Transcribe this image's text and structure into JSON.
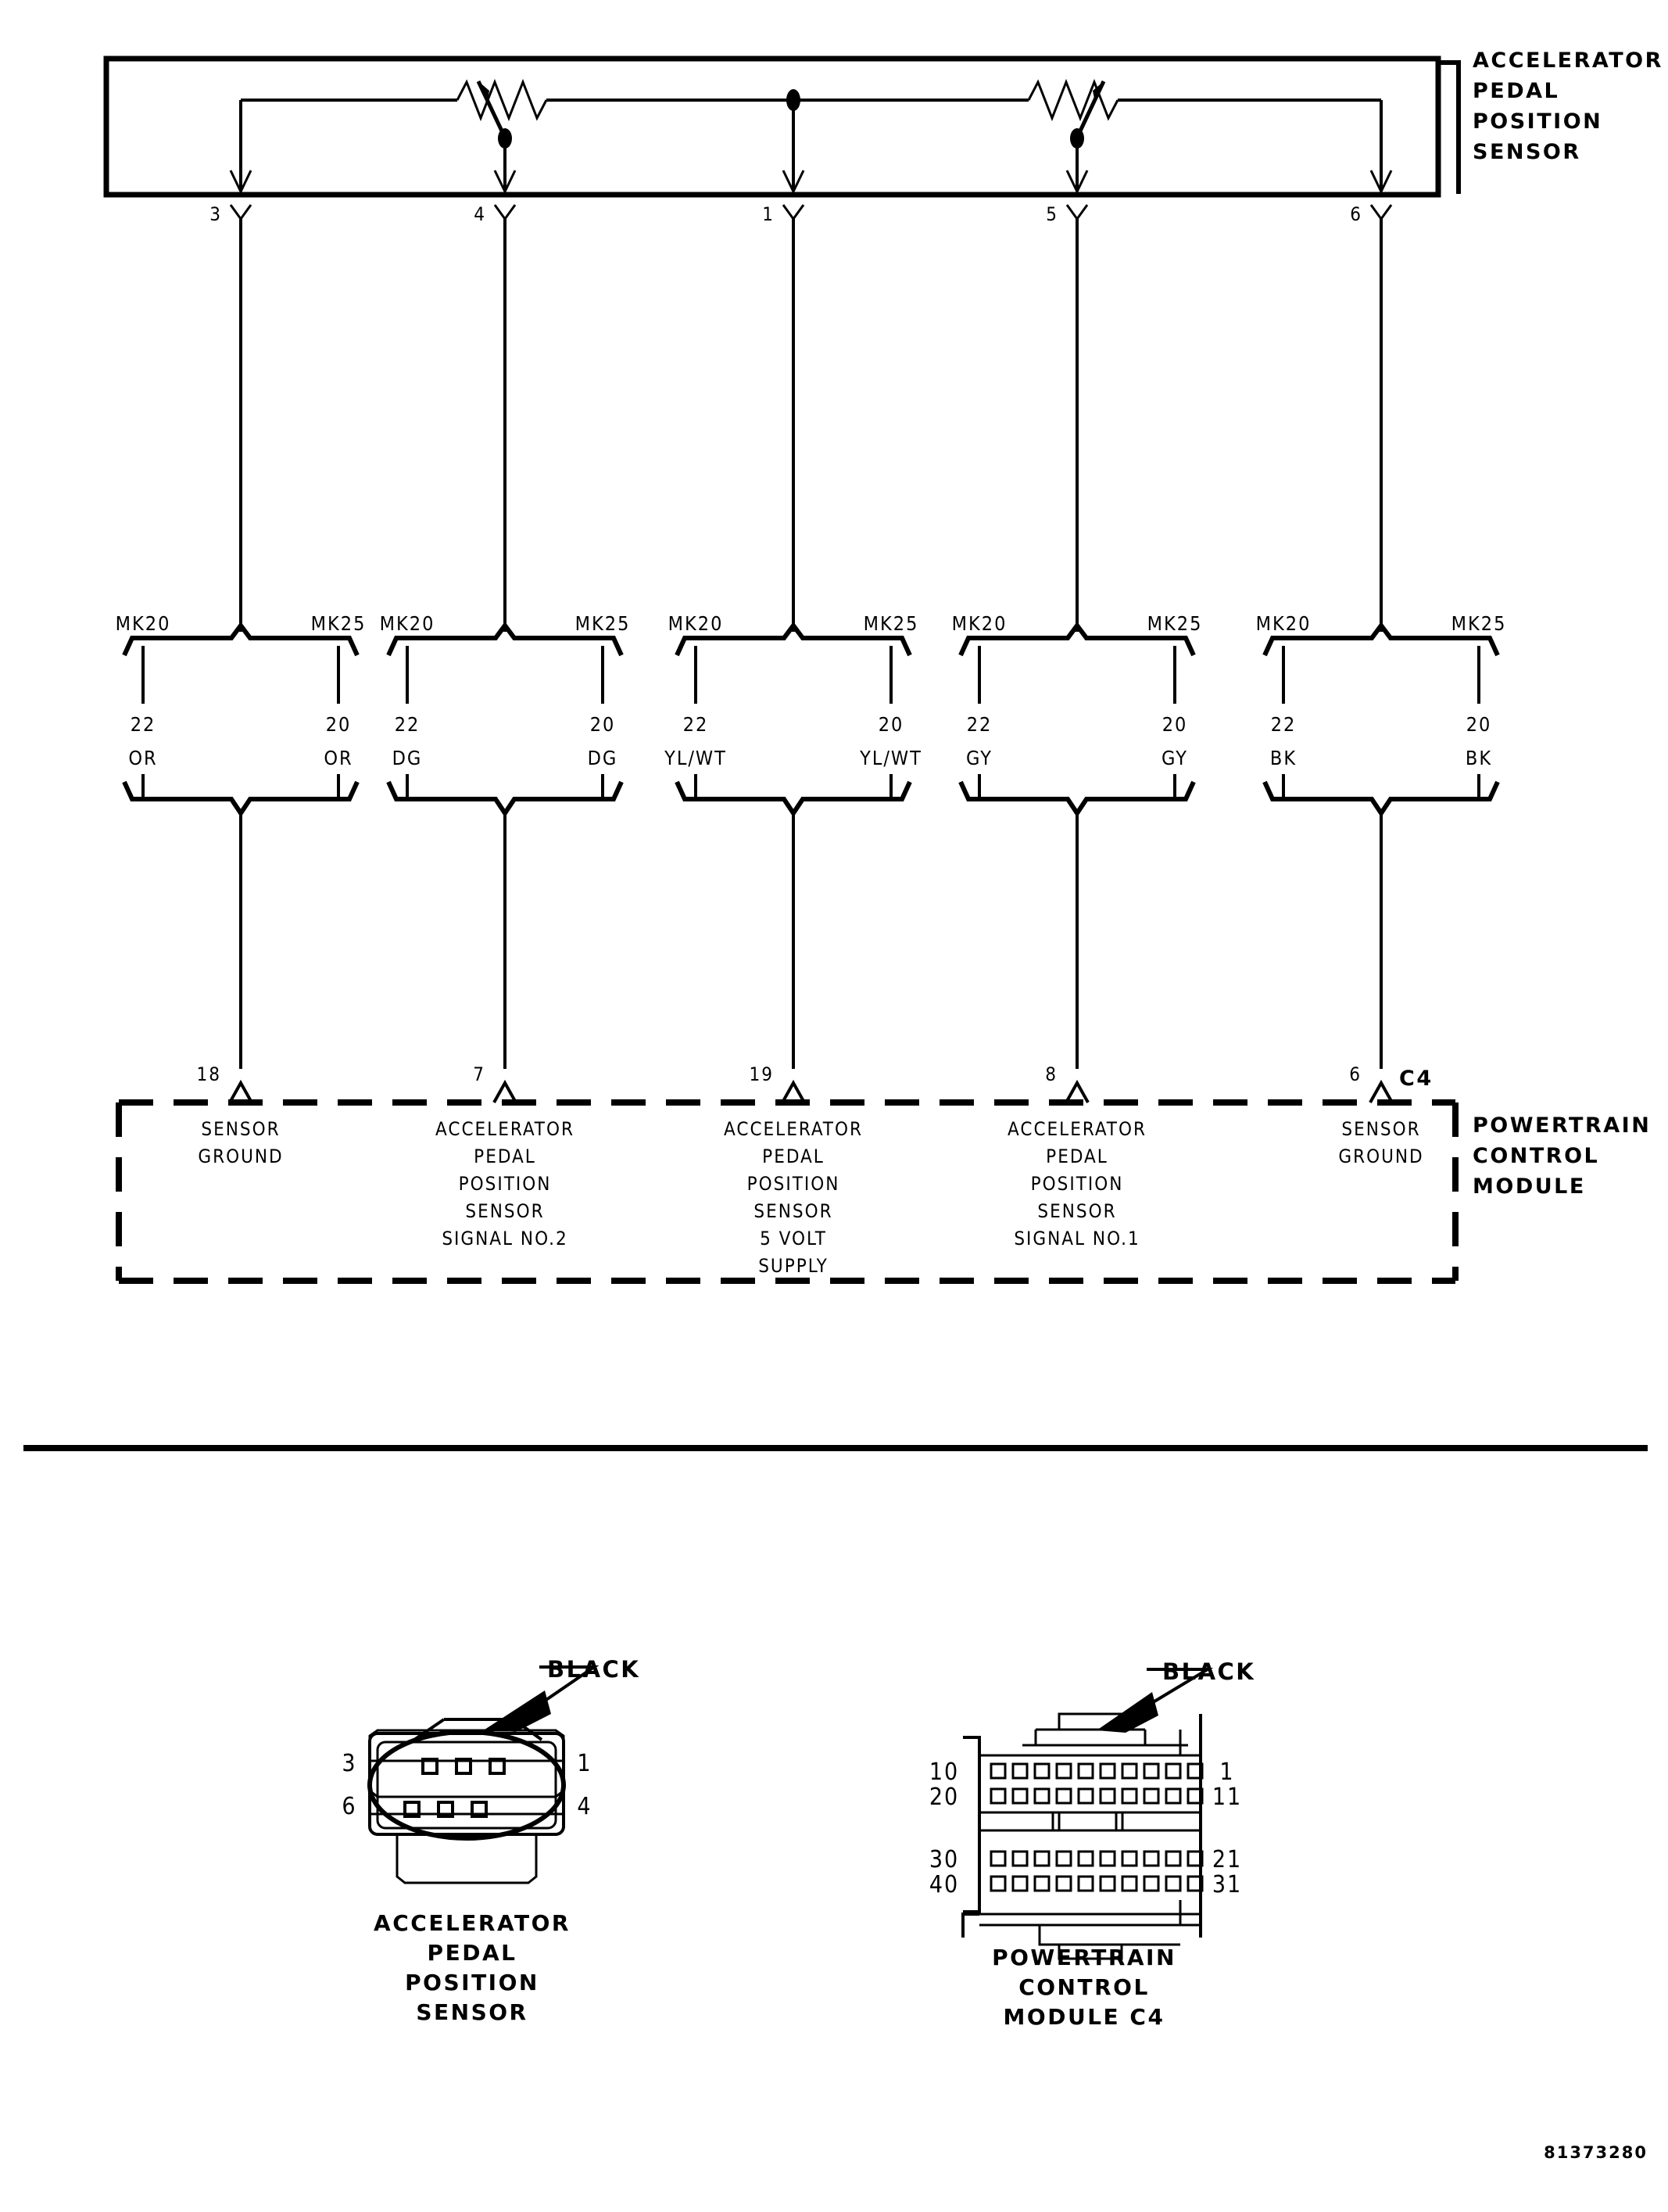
{
  "figure": {
    "id_number": "81373280"
  },
  "sensor_block": {
    "title_lines": [
      "ACCELERATOR",
      "PEDAL",
      "POSITION",
      "SENSOR"
    ],
    "pins": [
      "3",
      "4",
      "1",
      "5",
      "6"
    ]
  },
  "splices": [
    {
      "left_label": "MK20",
      "right_label": "MK25",
      "left_gauge": "22",
      "left_color": "OR",
      "right_gauge": "20",
      "right_color": "OR"
    },
    {
      "left_label": "MK20",
      "right_label": "MK25",
      "left_gauge": "22",
      "left_color": "DG",
      "right_gauge": "20",
      "right_color": "DG"
    },
    {
      "left_label": "MK20",
      "right_label": "MK25",
      "left_gauge": "22",
      "left_color": "YL/WT",
      "right_gauge": "20",
      "right_color": "YL/WT"
    },
    {
      "left_label": "MK20",
      "right_label": "MK25",
      "left_gauge": "22",
      "left_color": "GY",
      "right_gauge": "20",
      "right_color": "GY"
    },
    {
      "left_label": "MK20",
      "right_label": "MK25",
      "left_gauge": "22",
      "left_color": "BK",
      "right_gauge": "20",
      "right_color": "BK"
    }
  ],
  "pcm_block": {
    "connector_tag": "C4",
    "title_lines": [
      "POWERTRAIN",
      "CONTROL",
      "MODULE"
    ],
    "terminals": [
      {
        "pin": "18",
        "label_lines": [
          "SENSOR",
          "GROUND"
        ]
      },
      {
        "pin": "7",
        "label_lines": [
          "ACCELERATOR",
          "PEDAL",
          "POSITION",
          "SENSOR",
          "SIGNAL NO.2"
        ]
      },
      {
        "pin": "19",
        "label_lines": [
          "ACCELERATOR",
          "PEDAL",
          "POSITION",
          "SENSOR",
          "5 VOLT",
          "SUPPLY"
        ]
      },
      {
        "pin": "8",
        "label_lines": [
          "ACCELERATOR",
          "PEDAL",
          "POSITION",
          "SENSOR",
          "SIGNAL NO.1"
        ]
      },
      {
        "pin": "6",
        "label_lines": [
          "SENSOR",
          "GROUND"
        ]
      }
    ]
  },
  "connector_views": [
    {
      "callout": "BLACK",
      "left_pins": [
        "3",
        "6"
      ],
      "right_pins": [
        "1",
        "4"
      ],
      "caption_lines": [
        "ACCELERATOR",
        "PEDAL",
        "POSITION",
        "SENSOR"
      ]
    },
    {
      "callout": "BLACK",
      "left_pins": [
        "10",
        "20",
        "30",
        "40"
      ],
      "right_pins": [
        "1",
        "11",
        "21",
        "31"
      ],
      "caption_lines": [
        "POWERTRAIN",
        "CONTROL",
        "MODULE C4"
      ]
    }
  ],
  "colors": {
    "ink": "#000000",
    "paper": "#ffffff"
  }
}
